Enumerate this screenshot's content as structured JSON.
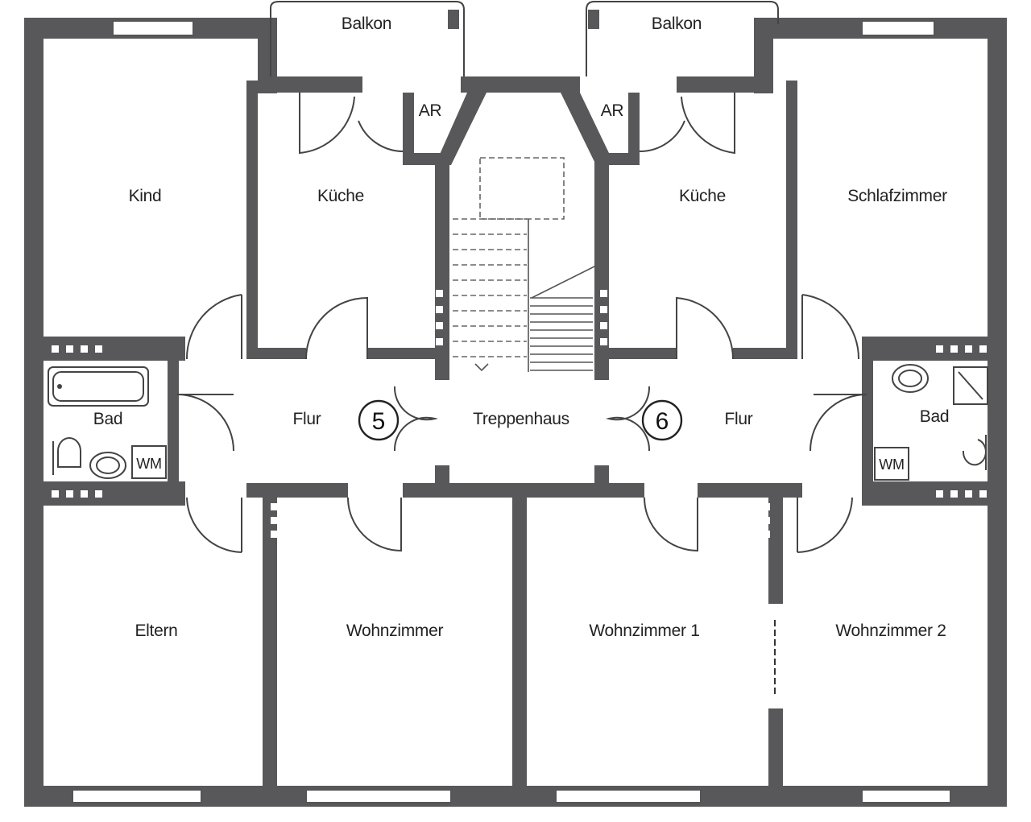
{
  "colors": {
    "wall": "#58585a",
    "line": "#444444",
    "background": "#ffffff"
  },
  "rooms": {
    "balkon_left": "Balkon",
    "balkon_right": "Balkon",
    "ar_left": "AR",
    "ar_right": "AR",
    "kind": "Kind",
    "kueche_left": "Küche",
    "kueche_right": "Küche",
    "schlafzimmer": "Schlafzimmer",
    "bad_left": "Bad",
    "bad_right": "Bad",
    "wm_left": "WM",
    "wm_right": "WM",
    "flur_left": "Flur",
    "flur_right": "Flur",
    "treppenhaus": "Treppenhaus",
    "eltern": "Eltern",
    "wohnzimmer": "Wohnzimmer",
    "wohnzimmer_1": "Wohnzimmer 1",
    "wohnzimmer_2": "Wohnzimmer 2"
  },
  "apartments": {
    "left": "5",
    "right": "6"
  }
}
